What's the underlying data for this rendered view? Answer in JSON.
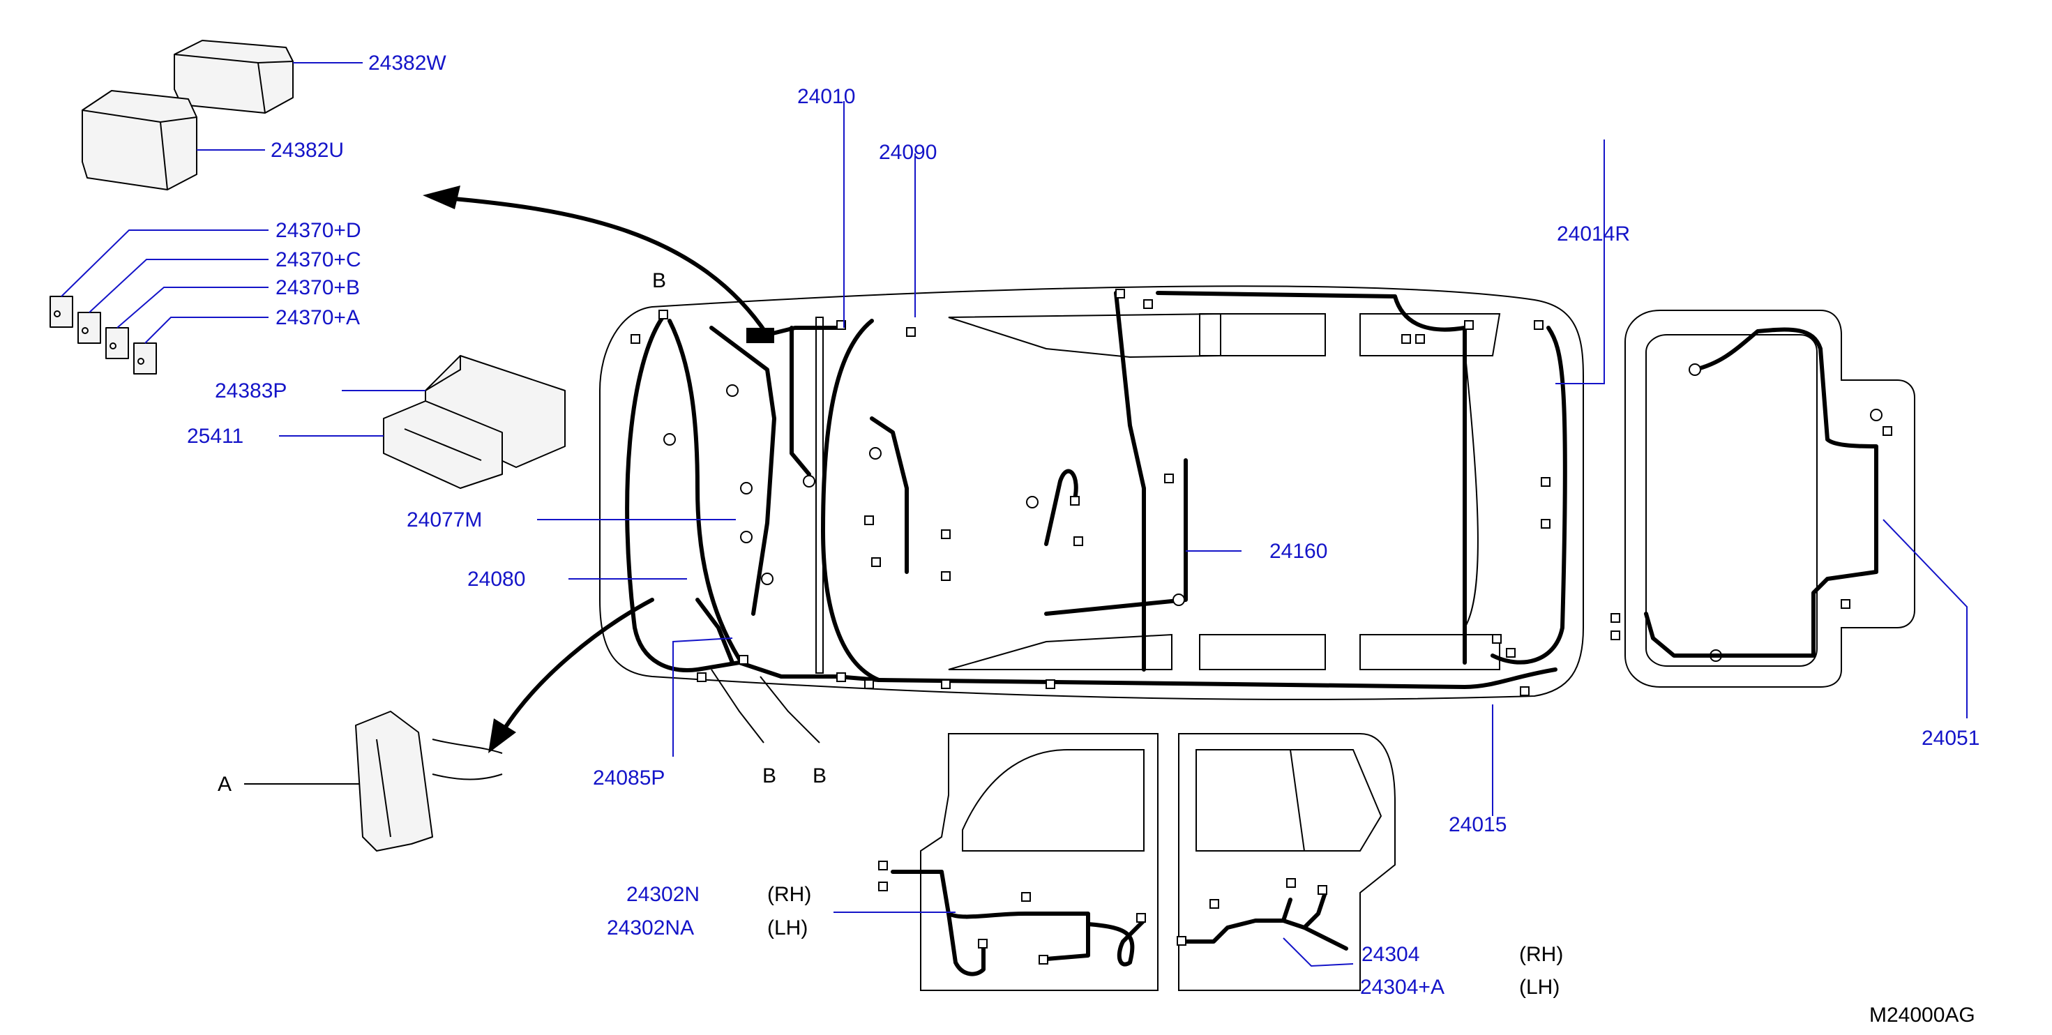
{
  "colors": {
    "part_number": "#1414c8",
    "text": "#000000",
    "wire": "#000000",
    "background": "#ffffff"
  },
  "parts": {
    "p24382W": "24382W",
    "p24382U": "24382U",
    "p24370D": "24370+D",
    "p24370C": "24370+C",
    "p24370B": "24370+B",
    "p24370A": "24370+A",
    "p24383P": "24383P",
    "p25411": "25411",
    "p24077M": "24077M",
    "p24080": "24080",
    "p24010": "24010",
    "p24090": "24090",
    "p24014R": "24014R",
    "p24160": "24160",
    "p24051": "24051",
    "p24015": "24015",
    "p24085P": "24085P",
    "p24302N": "24302N",
    "p24302NA": "24302NA",
    "p24304": "24304",
    "p24304A": "24304+A"
  },
  "callouts": {
    "A": "A",
    "B": "B",
    "B2": "B",
    "B3": "B"
  },
  "sides": {
    "rh1": "(RH)",
    "lh1": "(LH)",
    "rh2": "(RH)",
    "lh2": "(LH)"
  },
  "diagram_code": "M24000AG"
}
